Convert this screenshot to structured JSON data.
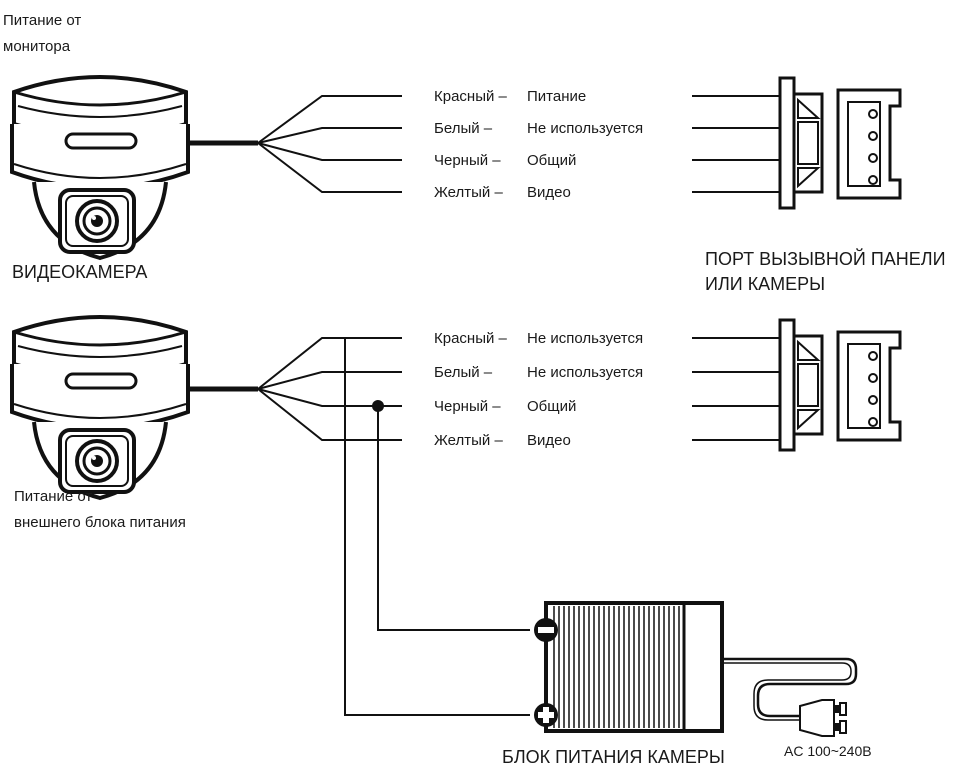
{
  "top": {
    "power_caption": [
      "Питание от",
      "монитора"
    ],
    "camera_label": "ВИДЕОКАМЕРА",
    "port_label": [
      "ПОРТ ВЫЗЫВНОЙ ПАНЕЛИ",
      "ИЛИ КАМЕРЫ"
    ],
    "wires": [
      {
        "color": "Красный –",
        "function": "Питание"
      },
      {
        "color": "Белый –",
        "function": "Не используется"
      },
      {
        "color": "Черный –",
        "function": "Общий"
      },
      {
        "color": "Желтый –",
        "function": "Видео"
      }
    ]
  },
  "bottom": {
    "power_caption": [
      "Питание от",
      "внешнего блока питания"
    ],
    "wires": [
      {
        "color": "Красный –",
        "function": "Не используется"
      },
      {
        "color": "Белый –",
        "function": "Не используется"
      },
      {
        "color": "Черный –",
        "function": "Общий"
      },
      {
        "color": "Желтый –",
        "function": "Видео"
      }
    ]
  },
  "power_supply": {
    "label": "БЛОК ПИТАНИЯ КАМЕРЫ",
    "input_label": "AC 100~240B"
  }
}
